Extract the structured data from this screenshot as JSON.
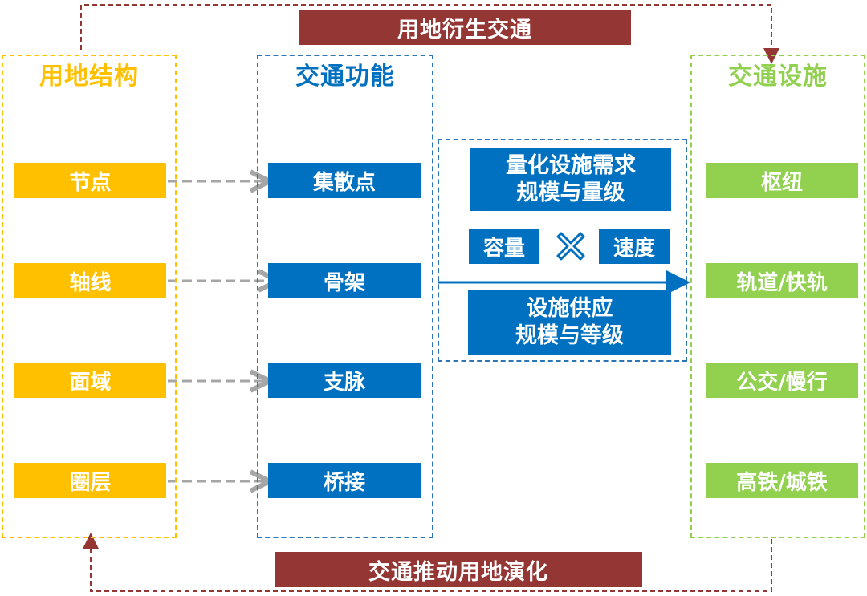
{
  "colors": {
    "land": "#FFC000",
    "func": "#0070C0",
    "func_frame": "#2E75B6",
    "facility": "#92D050",
    "banner": "#943634",
    "connector": "#A6A6A6"
  },
  "top_banner": "用地衍生交通",
  "bottom_banner": "交通推动用地演化",
  "land_structure": {
    "title": "用地结构",
    "items": [
      "节点",
      "轴线",
      "面域",
      "圈层"
    ]
  },
  "traffic_function": {
    "title": "交通功能",
    "items": [
      "集散点",
      "骨架",
      "支脉",
      "桥接"
    ]
  },
  "middle": {
    "demand_line1": "量化设施需求",
    "demand_line2": "规模与量级",
    "capacity": "容量",
    "multiply_icon": "multiply-icon",
    "speed": "速度",
    "supply_line1": "设施供应",
    "supply_line2": "规模与等级"
  },
  "traffic_facility": {
    "title": "交通设施",
    "items": [
      "枢纽",
      "轨道/快轨",
      "公交/慢行",
      "高铁/城铁"
    ]
  }
}
